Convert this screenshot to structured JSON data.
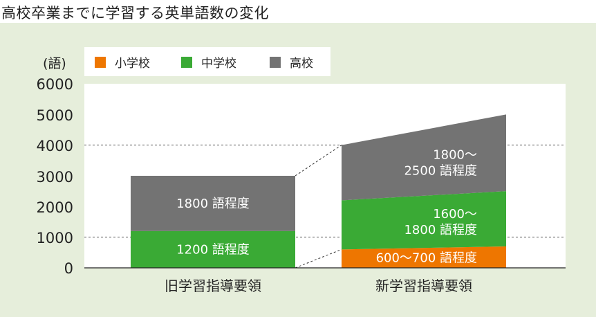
{
  "title": "高校卒業までに学習する英単語数の変化",
  "chart_data": {
    "type": "bar",
    "stacked": true,
    "unit_label": "(語)",
    "ylim": [
      0,
      6000
    ],
    "yticks": [
      "6000",
      "5000",
      "4000",
      "3000",
      "2000",
      "1000",
      "0"
    ],
    "dashed_gridlines": [
      1000,
      4000
    ],
    "categories": [
      "旧学習指導要領",
      "新学習指導要領"
    ],
    "series": [
      {
        "name": "小学校",
        "color": "#ee7600",
        "values": [
          0,
          [
            600,
            700
          ]
        ],
        "labels": [
          "",
          "600〜700 語程度"
        ]
      },
      {
        "name": "中学校",
        "color": "#3aaa35",
        "values": [
          1200,
          [
            1600,
            1800
          ]
        ],
        "labels": [
          "1200 語程度",
          "1600〜\n1800 語程度"
        ]
      },
      {
        "name": "高校",
        "color": "#737373",
        "values": [
          1800,
          [
            1800,
            2500
          ]
        ],
        "labels": [
          "1800 語程度",
          "1800〜\n2500 語程度"
        ]
      }
    ],
    "legend": {
      "position": "top-left",
      "items": [
        "小学校",
        "中学校",
        "高校"
      ]
    }
  }
}
